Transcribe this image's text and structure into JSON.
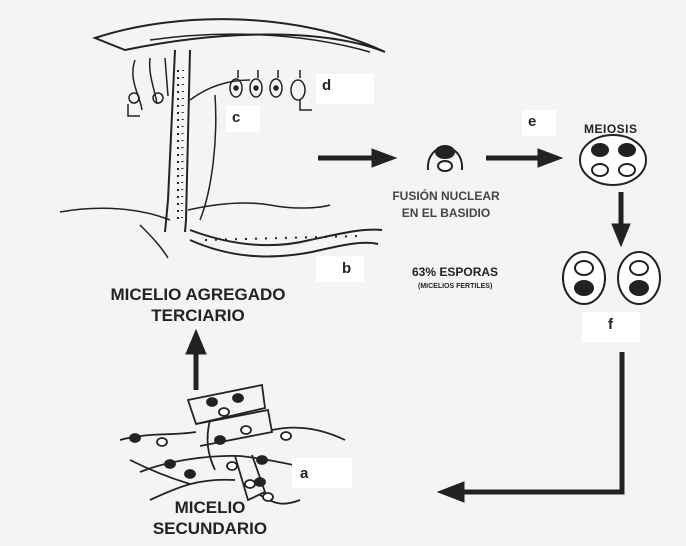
{
  "labels": {
    "a": "a",
    "b": "b",
    "c": "c",
    "d": "d",
    "e": "e",
    "f": "f"
  },
  "text": {
    "micelio_agregado_l1": "MICELIO AGREGADO",
    "micelio_agregado_l2": "TERCIARIO",
    "fusion_l1": "FUSIÓN NUCLEAR",
    "fusion_l2": "EN EL BASIDIO",
    "meiosis": "MEIOSIS",
    "esporas": "63% ESPORAS",
    "esporas_sub": "(MICELIOS FERTILES)",
    "micelio_secundario_l1": "MICELIO",
    "micelio_secundario_l2": "SECUNDARIO"
  },
  "colors": {
    "ink": "#222222",
    "background": "#f4f4f2",
    "label_box": "#ffffff"
  }
}
